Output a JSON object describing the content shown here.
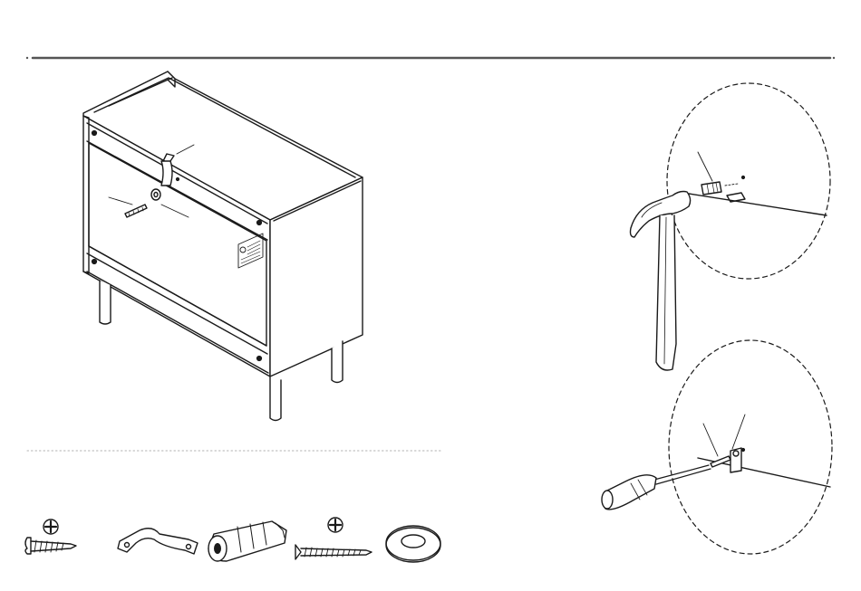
{
  "page": {
    "background": "#ffffff",
    "line_color": "#1a1a1a",
    "rule_color": "#555555",
    "dot_rule_color": "#b0b0b0"
  },
  "illustrations": {
    "cabinet": "cabinet-assembly-drawing",
    "hammer_detail": "hammer-driving-wall-plug",
    "screwdriver_detail": "screwdriver-fastening-bracket"
  },
  "parts": [
    {
      "icon": "round-head-screw-icon",
      "head_icon": "phillips-cross-icon"
    },
    {
      "icon": "metal-bracket-strap-icon"
    },
    {
      "icon": "wall-plug-anchor-icon"
    },
    {
      "icon": "countersunk-screw-icon",
      "head_icon": "phillips-cross-icon"
    },
    {
      "icon": "flat-washer-icon"
    }
  ]
}
